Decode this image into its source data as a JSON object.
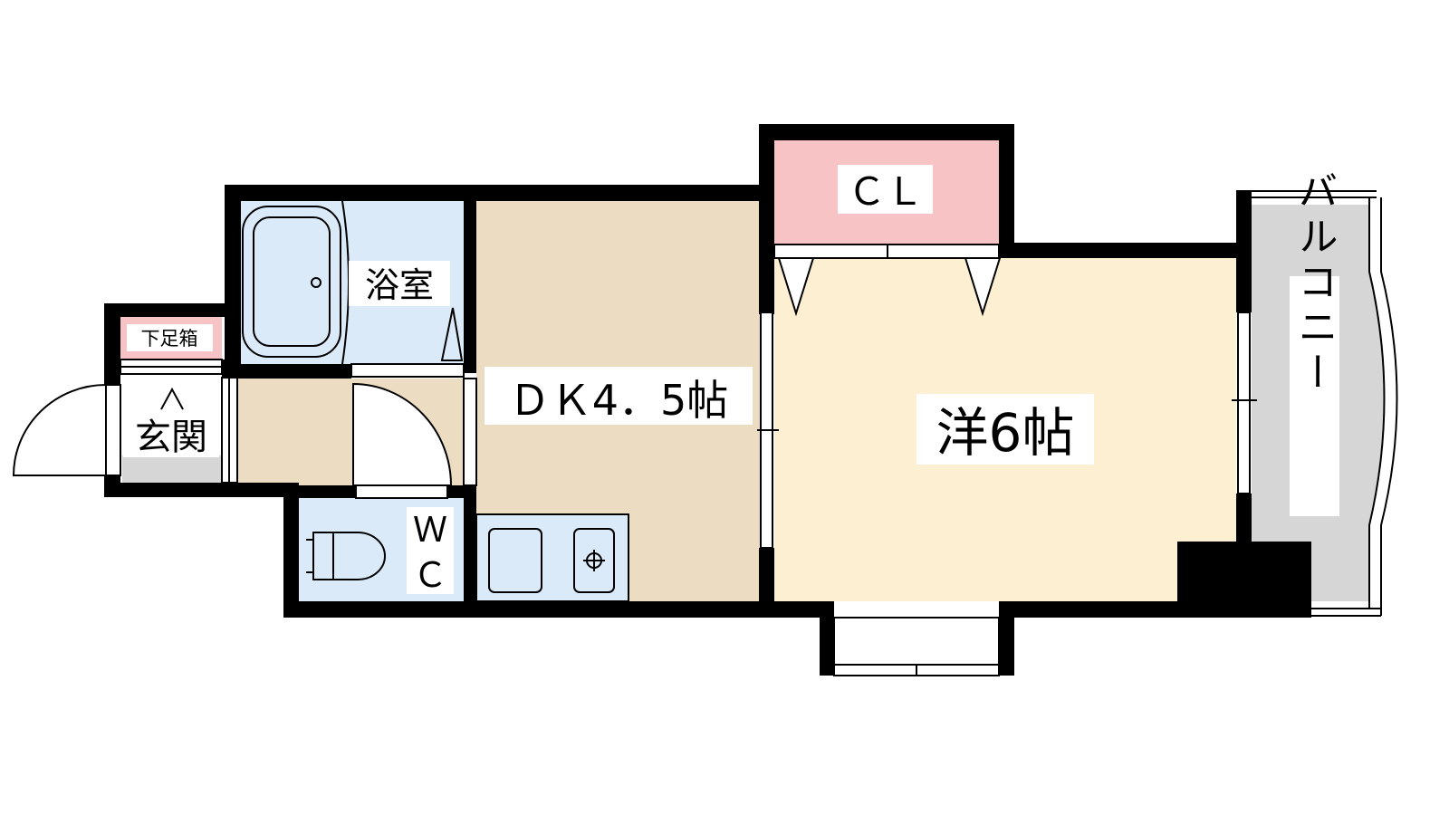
{
  "floorplan": {
    "rooms": {
      "bath": {
        "label": "浴室"
      },
      "shoe": {
        "label": "下足箱"
      },
      "entrance": {
        "label": "玄関"
      },
      "wc": {
        "label_top": "Ｗ",
        "label_bottom": "Ｃ"
      },
      "dk": {
        "label": "ＤＫ4．5帖"
      },
      "cl": {
        "label": "ＣＬ"
      },
      "western": {
        "label": "洋6帖"
      },
      "balcony": {
        "label": "バルコニー"
      }
    },
    "colors": {
      "wall": "#000000",
      "bath": "#dbeaf8",
      "wc": "#dbeaf8",
      "shoe": "#f7c3c5",
      "cl": "#f7c3c5",
      "dk": "#ecdcc2",
      "hall": "#ecdcc2",
      "western": "#fdf0d2",
      "balcony": "#d6d6d6",
      "entrance_floor": "#d6d6d6"
    }
  }
}
